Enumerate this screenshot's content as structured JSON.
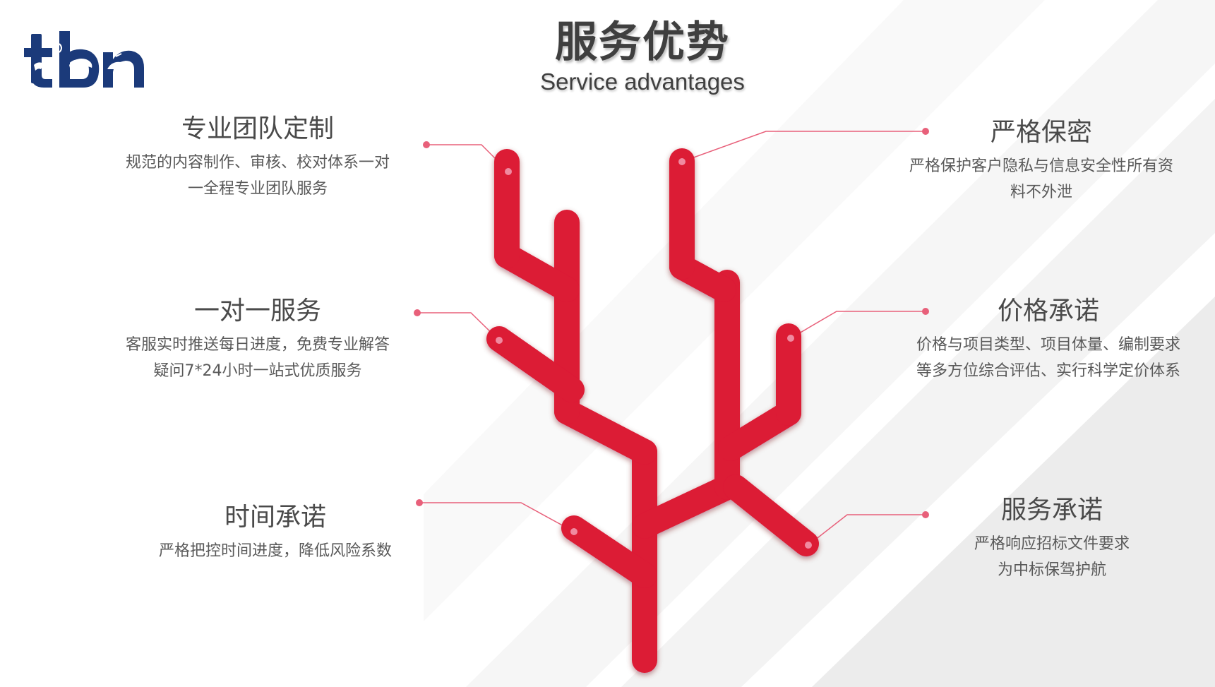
{
  "title": "服务优势",
  "subtitle": "Service advantages",
  "logo": {
    "text": "tbn",
    "color": "#1b3a7a"
  },
  "features": {
    "team": {
      "title": "专业团队定制",
      "line1": "规范的内容制作、审核、校对体系一对",
      "line2": "一全程专业团队服务"
    },
    "one_on_one": {
      "title": "一对一服务",
      "line1": "客服实时推送每日进度，免费专业解答",
      "line2": "疑问7*24小时一站式优质服务"
    },
    "time": {
      "title": "时间承诺",
      "line1": "严格把控时间进度，降低风险系数"
    },
    "secret": {
      "title": "严格保密",
      "line1": "严格保护客户隐私与信息安全性所有资",
      "line2": "料不外泄"
    },
    "price": {
      "title": "价格承诺",
      "line1": "价格与项目类型、项目体量、编制要求",
      "line2": "等多方位综合评估、实行科学定价体系"
    },
    "service": {
      "title": "服务承诺",
      "line1": "严格响应招标文件要求",
      "line2": "为中标保驾护航"
    }
  },
  "colors": {
    "tree": "#dc1a35",
    "tree_shadow": "#9a0f22",
    "connector": "#e8607a",
    "dot": "#e8607a",
    "title_text": "#3f3f3f",
    "body_text": "#595959"
  }
}
